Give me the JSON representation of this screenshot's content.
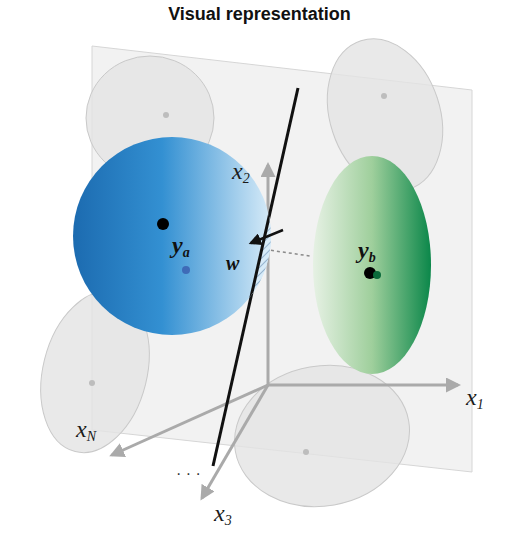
{
  "diagram": {
    "title": "Visual representation",
    "nodes": [
      {
        "text": [
          "ya"
        ]
      },
      {
        "text": [
          "yb"
        ]
      }
    ],
    "edges": [
      {
        "from": 0,
        "to": 1,
        "arrow": "none"
      }
    ],
    "labels": [
      "x2",
      "x1",
      "x3",
      "xN",
      "w",
      "· · ·"
    ]
  }
}
